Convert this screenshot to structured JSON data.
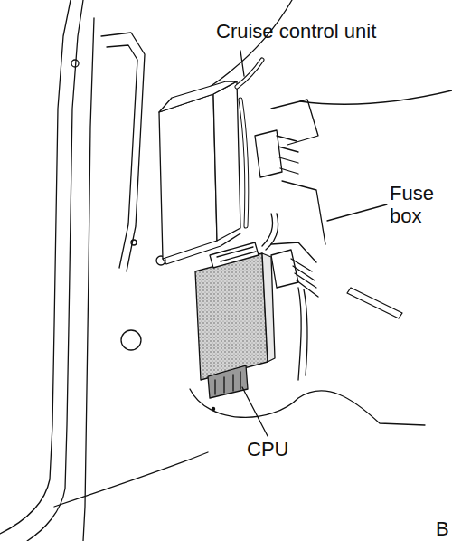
{
  "diagram": {
    "labels": [
      "Cruise control unit",
      "Fuse box",
      "CPU",
      "B"
    ]
  }
}
